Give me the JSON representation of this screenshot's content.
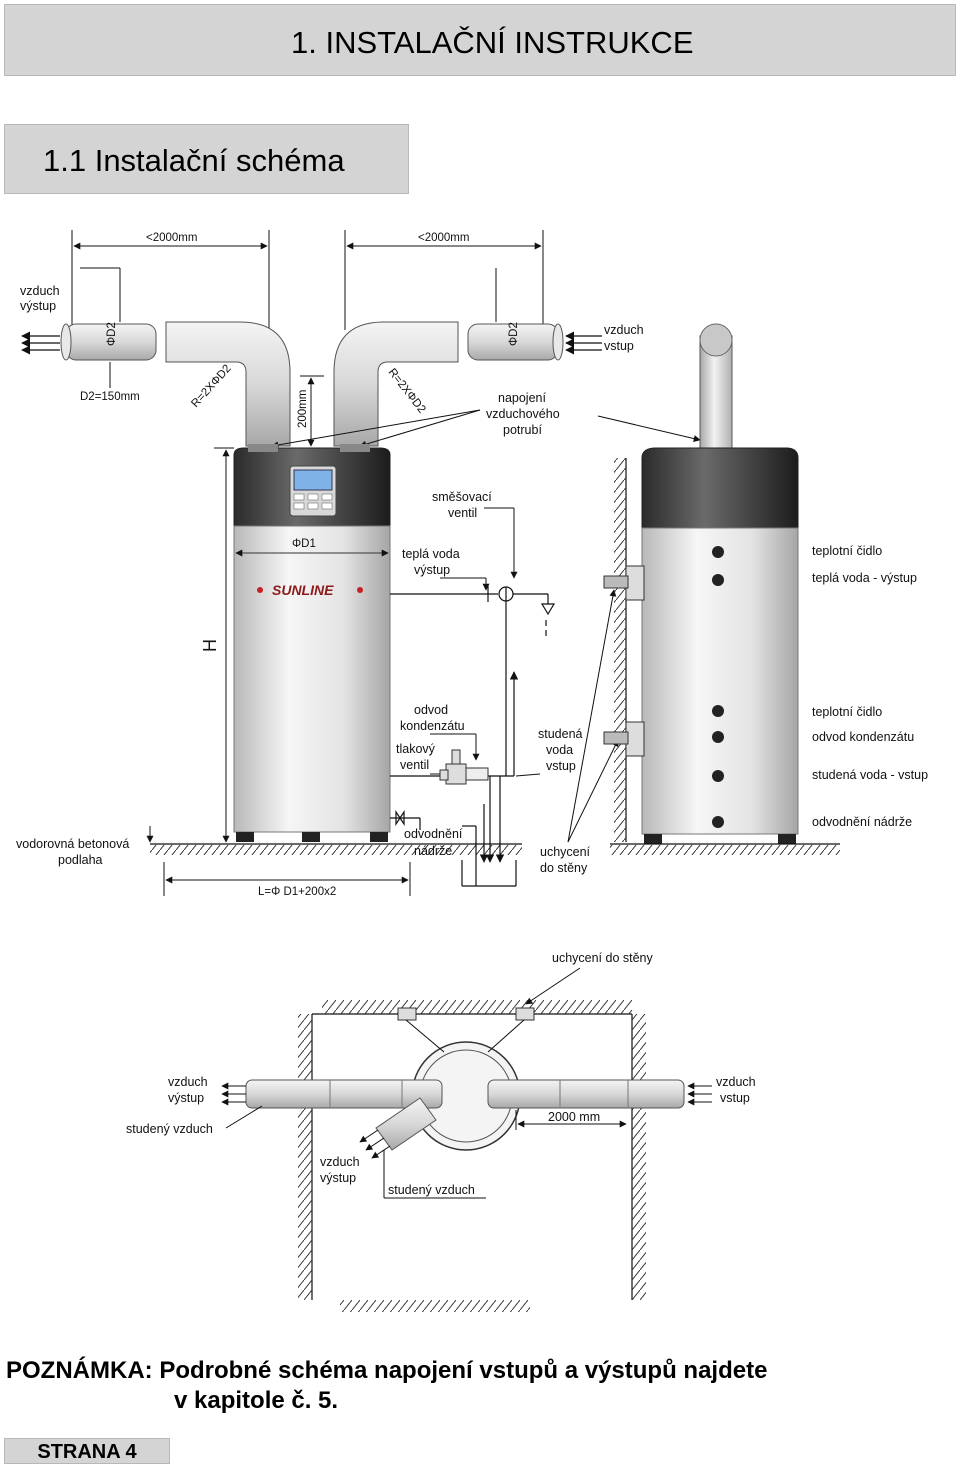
{
  "header": {
    "section_title": "1.  INSTALAČNÍ INSTRUKCE",
    "subsection_title": "1.1 Instalační schéma"
  },
  "diagram": {
    "dimension_left": "<2000mm",
    "dimension_right": "<2000mm",
    "air_out_left": [
      "vzduch",
      "výstup"
    ],
    "air_in_right": [
      "vzduch",
      "vstup"
    ],
    "pipe_label": "ΦD2",
    "d2_spec": "D2=150mm",
    "bend_radius": "R=2XΦD2",
    "dimension_200": "200mm",
    "air_pipe_connection": [
      "napojení",
      "vzduchového",
      "potrubí"
    ],
    "mixing_valve": [
      "směšovací",
      "ventil"
    ],
    "hot_water_out": [
      "teplá voda",
      "výstup"
    ],
    "diameter_label": "ΦD1",
    "brand": "SUNLINE",
    "height_label": "H",
    "condensate_drain": [
      "odvod",
      "kondenzátu"
    ],
    "pressure_valve": [
      "tlakový",
      "ventil"
    ],
    "cold_water_in": [
      "studená",
      "voda",
      "vstup"
    ],
    "concrete_floor": [
      "vodorovná betonová",
      "podlaha"
    ],
    "tank_drain": [
      "odvodnění",
      "nádrže"
    ],
    "wall_mount": [
      "uchycení",
      "do stěny"
    ],
    "length_formula": "L=Φ D1+200x2",
    "side_labels": [
      "teplotní čidlo",
      "teplá voda - výstup",
      "teplotní čidlo",
      "odvod kondenzátu",
      "studená voda - vstup",
      "odvodnění nádrže"
    ],
    "top_wall_mount": "uchycení do stěny",
    "top_air_out": [
      "vzduch",
      "výstup"
    ],
    "top_cold_air": "studený vzduch",
    "top_air_in": [
      "vzduch",
      "vstup"
    ],
    "top_dimension": "2000 mm",
    "top_air_out_bottom": [
      "vzduch",
      "výstup"
    ],
    "top_cold_air_bottom": "studený vzduch"
  },
  "note": {
    "line1": "POZNÁMKA: Podrobné schéma napojení vstupů a výstupů najdete",
    "line2": "v kapitole č. 5."
  },
  "footer": {
    "page_label": "STRANA 4"
  }
}
